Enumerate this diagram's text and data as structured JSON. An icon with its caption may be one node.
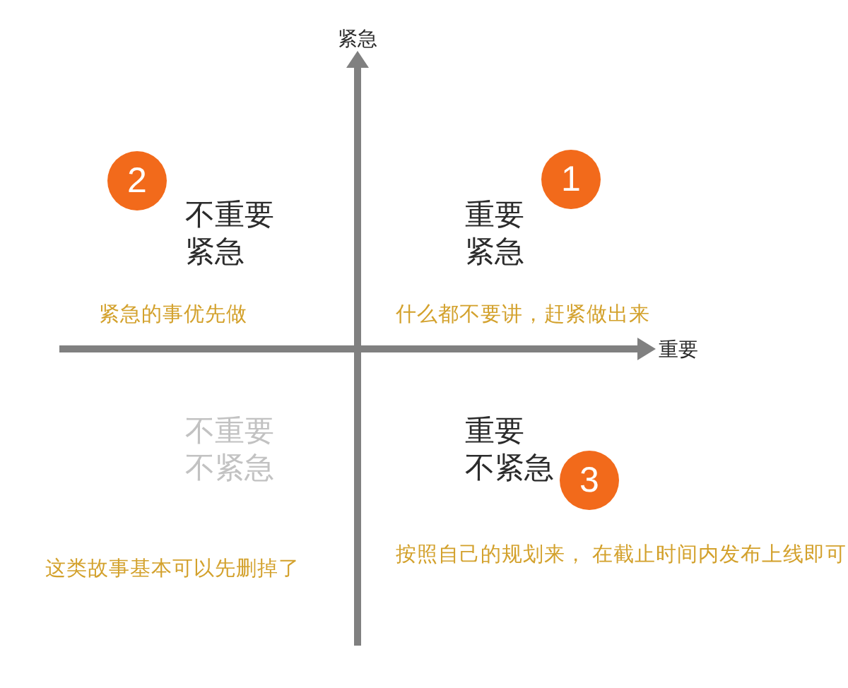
{
  "diagram": {
    "nodes": [
      {
        "text": [
          "2"
        ]
      },
      {
        "text": [
          "1"
        ]
      },
      {
        "text": [
          "3"
        ]
      }
    ],
    "labels": [
      "紧急",
      "不重要",
      "紧急",
      "重要",
      "紧急",
      "紧急的事优先做",
      "什么都不要讲，赶紧做出来",
      "重要",
      "不重要",
      "不紧急",
      "重要",
      "不紧急",
      "这类故事基本可以先删掉了",
      "按照自己的规划来， 在截止时间内发布上线即可"
    ]
  }
}
